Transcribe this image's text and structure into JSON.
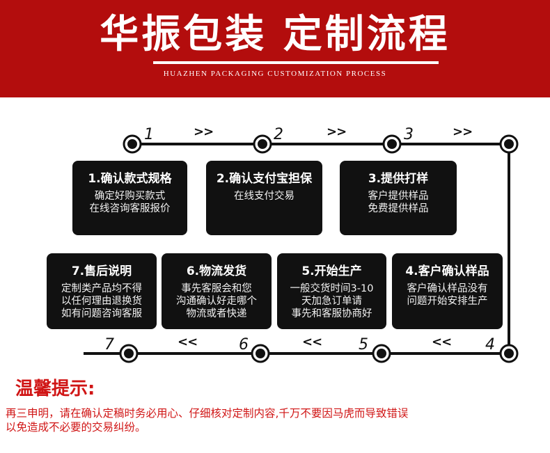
{
  "banner": {
    "title": "华振包装 定制流程",
    "subtitle": "HUAZHEN PACKAGING CUSTOMIZATION PROCESS",
    "bg_color": "#b30d0d"
  },
  "flow": {
    "step_numbers": [
      "1",
      "2",
      "3",
      "4",
      "5",
      "6",
      "7"
    ],
    "forward_arrow": ">>",
    "backward_arrow": "<<"
  },
  "cards": [
    {
      "title": "1.确认款式规格",
      "desc": "确定好购买款式\n在线咨询客服报价"
    },
    {
      "title": "2.确认支付宝担保",
      "desc": "在线支付交易"
    },
    {
      "title": "3.提供打样",
      "desc": "客户提供样品\n免费提供样品"
    },
    {
      "title": "4.客户确认样品",
      "desc": "客户确认样品没有\n问题开始安排生产"
    },
    {
      "title": "5.开始生产",
      "desc": "一般交货时间3-10\n天加急订单请\n事先和客服协商好"
    },
    {
      "title": "6.物流发货",
      "desc": "事先客服会和您\n沟通确认好走哪个\n物流或者快递"
    },
    {
      "title": "7.售后说明",
      "desc": "定制类产品均不得\n以任何理由退换货\n如有问题咨询客服"
    }
  ],
  "notice": {
    "title": "温馨提示:",
    "text": "再三申明，请在确认定稿时务必用心、仔细核对定制内容,千万不要因马虎而导致错误\n以免造成不必要的交易纠纷。",
    "color": "#d01515"
  }
}
